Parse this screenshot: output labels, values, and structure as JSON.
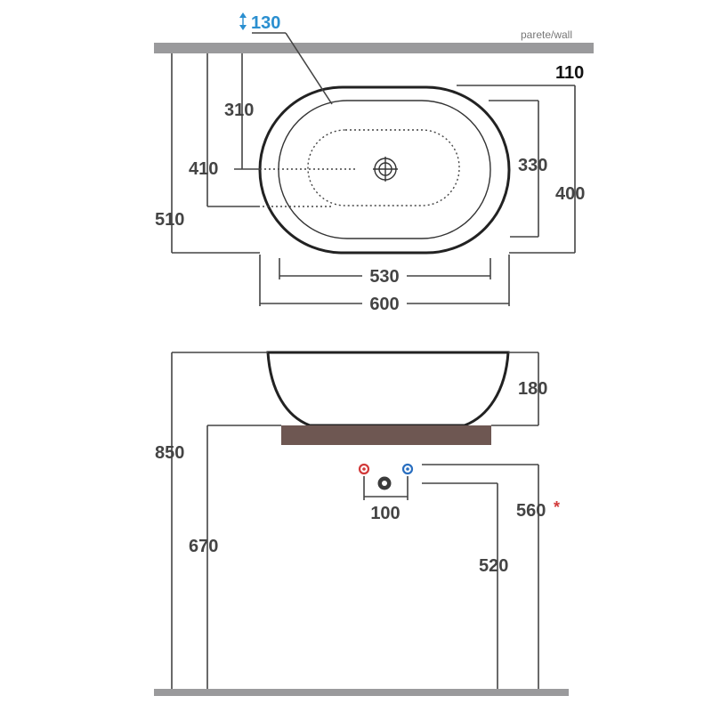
{
  "top_view": {
    "wall_label": "parete/wall",
    "dim_drain_height": "130",
    "dim_drain_height_icon": "up-down-arrow-icon",
    "dim_310": "310",
    "dim_410": "410",
    "dim_510": "510",
    "dim_110": "110",
    "dim_330": "330",
    "dim_400": "400",
    "dim_530": "530",
    "dim_600": "600"
  },
  "side_view": {
    "dim_180": "180",
    "dim_850": "850",
    "dim_670": "670",
    "dim_100": "100",
    "dim_560": "560",
    "dim_560_mark": "*",
    "dim_520": "520"
  },
  "colors": {
    "accent_blue": "#2a8fd0",
    "hot_red": "#d23a3a",
    "cold_blue": "#2a6fc0",
    "wall_grey": "#9a9a9c",
    "shelf_brown": "#6e5752"
  }
}
